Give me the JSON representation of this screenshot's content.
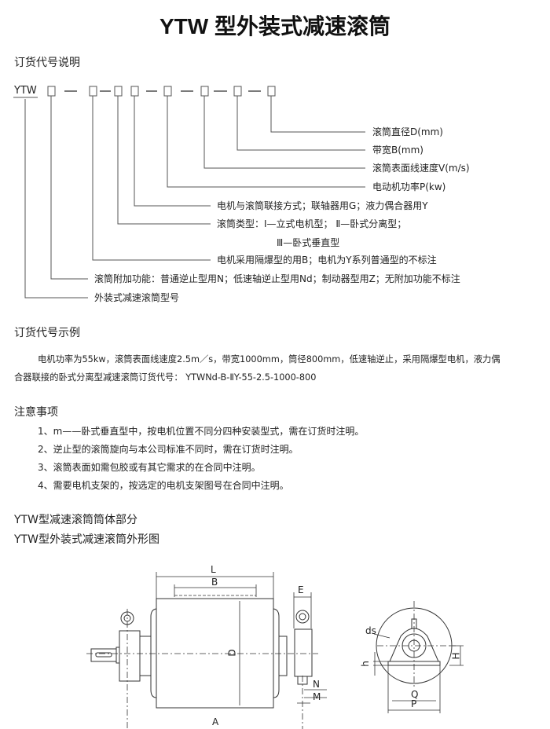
{
  "title": "YTW 型外装式减速滚筒",
  "code_section": {
    "heading": "订货代号说明",
    "prefix": "YTW",
    "descriptions": [
      "滚筒直径D(mm)",
      "带宽B(mm)",
      "滚筒表面线速度V(m/s)",
      "电动机功率P(kw)",
      "电机与滚筒联接方式；联轴器用G；液力偶合器用Y",
      "滚筒类型：Ⅰ—立式电机型；  Ⅱ—卧式分离型；",
      "Ⅲ—卧式垂直型",
      "电机采用隔爆型的用B；电机为Y系列普通型的不标注",
      "滚筒附加功能：普通逆止型用N；低速轴逆止型用Nd；制动器型用Z；无附加功能不标注",
      "外装式减速滚筒型号"
    ]
  },
  "example_section": {
    "heading": "订货代号示例",
    "line1": "电机功率为55kw，滚筒表面线速度2.5m／s，带宽1000mm，筒径800mm，低速轴逆止，采用隔爆型电机，液力偶",
    "line2": "合器联接的卧式分离型减速滚筒订货代号：  YTWNd-B-ⅡY-55-2.5-1000-800"
  },
  "notes_section": {
    "heading": "注意事项",
    "items": [
      "1、m——卧式垂直型中，按电机位置不同分四种安装型式，需在订货时注明。",
      "2、逆止型的滚筒旋向与本公司标准不同时，需在订货时注明。",
      "3、滚筒表面如需包胶或有其它需求的在合同中注明。",
      "4、需要电机支架的，按选定的电机支架图号在合同中注明。"
    ]
  },
  "drawing_section": {
    "heading1": "YTW型减速滚筒筒体部分",
    "heading2": "YTW型外装式减速滚筒外形图",
    "dims": {
      "L": "L",
      "B": "B",
      "E": "E",
      "D": "D",
      "N": "N",
      "M": "M",
      "A": "A",
      "ds": "ds",
      "h": "h",
      "H": "H",
      "Q": "Q",
      "P": "P"
    }
  }
}
